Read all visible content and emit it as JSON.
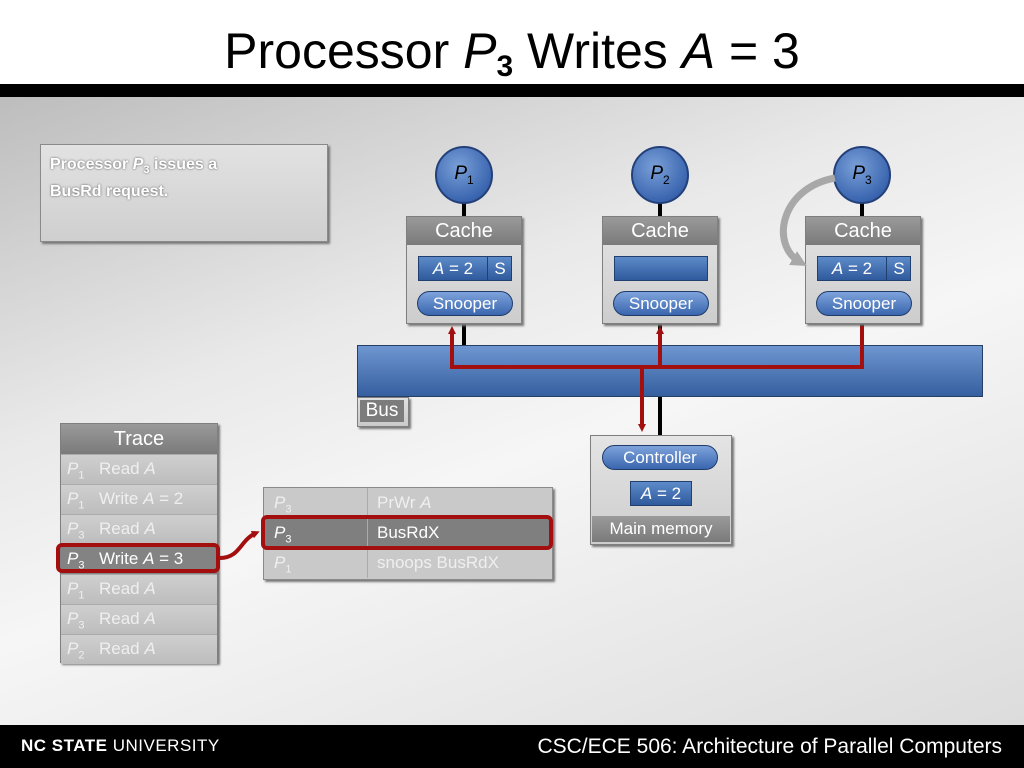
{
  "slide": {
    "title_prefix": "Processor ",
    "title_proc": "P",
    "title_proc_sub": "3",
    "title_middle": " Writes ",
    "title_var": "A",
    "title_suffix": " = 3"
  },
  "note": {
    "line1_prefix": "Processor ",
    "proc": "P",
    "proc_sub": "3",
    "line1_suffix": " issues a",
    "line2": "BusRd request."
  },
  "processors": [
    {
      "label": "P",
      "sub": "1"
    },
    {
      "label": "P",
      "sub": "2"
    },
    {
      "label": "P",
      "sub": "3"
    }
  ],
  "caches": [
    {
      "title": "Cache",
      "var": "A",
      "value": " = 2",
      "state": "S",
      "snooper": "Snooper"
    },
    {
      "title": "Cache",
      "var": "",
      "value": "",
      "state": "",
      "snooper": "Snooper"
    },
    {
      "title": "Cache",
      "var": "A",
      "value": " = 2",
      "state": "S",
      "snooper": "Snooper"
    }
  ],
  "bus": {
    "label": "Bus"
  },
  "memory": {
    "controller": "Controller",
    "var": "A",
    "value": " = 2",
    "label": "Main memory"
  },
  "trace": {
    "title": "Trace",
    "rows": [
      {
        "proc": "P",
        "sub": "1",
        "op": "Read ",
        "var": "A",
        "rest": ""
      },
      {
        "proc": "P",
        "sub": "1",
        "op": "Write ",
        "var": "A",
        "rest": " = 2"
      },
      {
        "proc": "P",
        "sub": "3",
        "op": "Read ",
        "var": "A",
        "rest": ""
      },
      {
        "proc": "P",
        "sub": "3",
        "op": "Write ",
        "var": "A",
        "rest": " = 3"
      },
      {
        "proc": "P",
        "sub": "1",
        "op": "Read ",
        "var": "A",
        "rest": ""
      },
      {
        "proc": "P",
        "sub": "3",
        "op": "Read ",
        "var": "A",
        "rest": ""
      },
      {
        "proc": "P",
        "sub": "2",
        "op": "Read ",
        "var": "A",
        "rest": ""
      }
    ],
    "active_index": 3
  },
  "events": {
    "rows": [
      {
        "proc": "P",
        "sub": "3",
        "event": "PrWr ",
        "var": "A"
      },
      {
        "proc": "P",
        "sub": "3",
        "event": "BusRdX",
        "var": ""
      },
      {
        "proc": "P",
        "sub": "1",
        "event": "snoops BusRdX",
        "var": ""
      }
    ],
    "active_index": 1
  },
  "footer": {
    "university_bold": "NC STATE",
    "university_rest": " UNIVERSITY",
    "course": "CSC/ECE 506: Architecture of Parallel Computers"
  },
  "colors": {
    "highlight": "#a30f0f",
    "bus": "#4a76b8",
    "processor": "#3b66b0"
  }
}
